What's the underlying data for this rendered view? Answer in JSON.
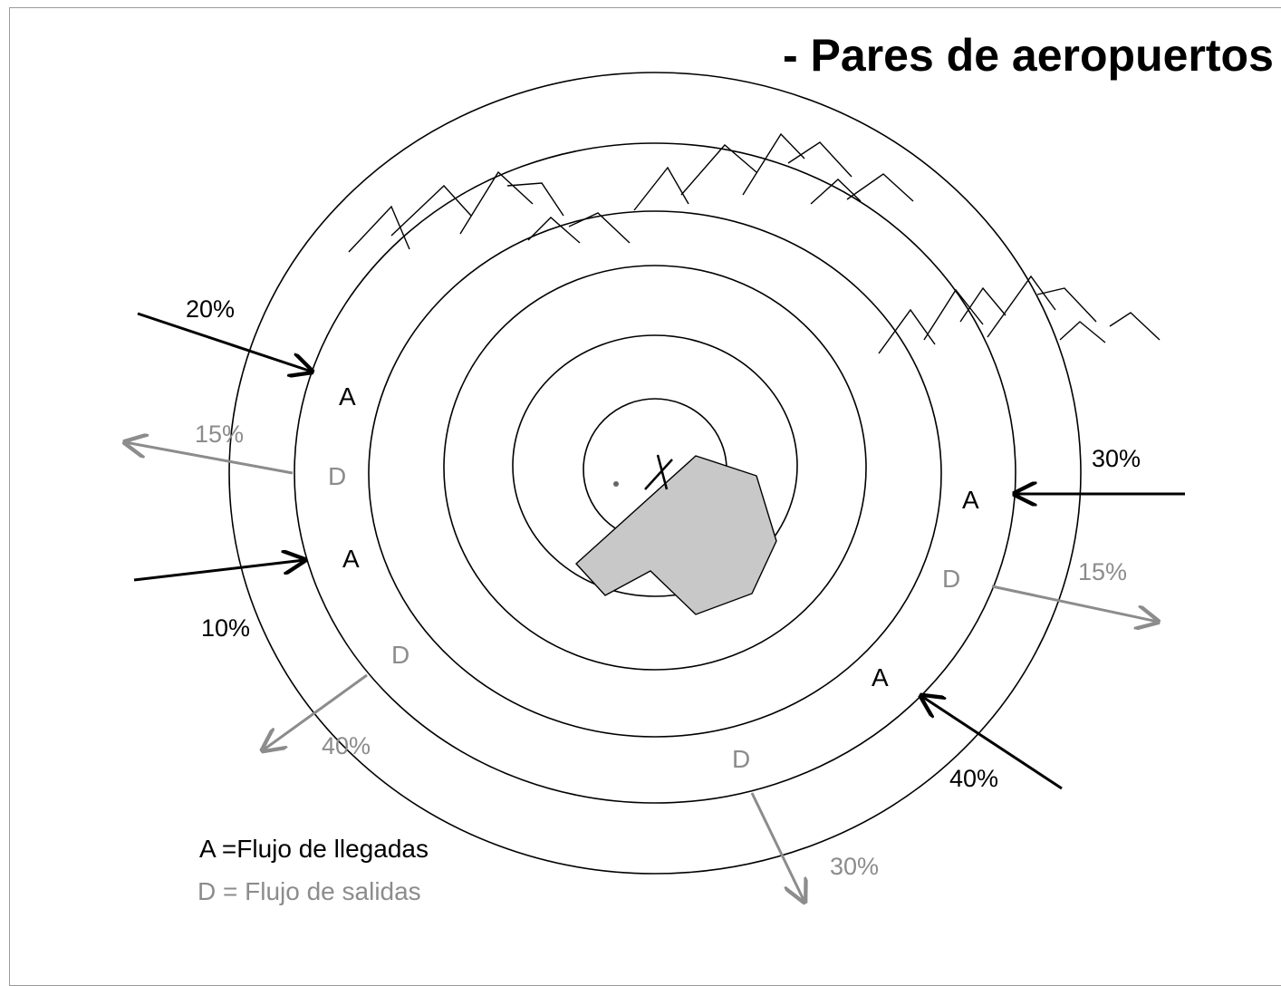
{
  "title": "- Pares de aeropuertos",
  "colors": {
    "arrival": "#000000",
    "departure": "#8c8c8c",
    "airport_area": "#c8c8c8",
    "rings": "#000000"
  },
  "labels": {
    "arrival_letter": "A",
    "departure_letter": "D"
  },
  "flows": {
    "arrivals": [
      {
        "id": "nw",
        "letter": "A",
        "percent": "20%"
      },
      {
        "id": "w",
        "letter": "A",
        "percent": "10%"
      },
      {
        "id": "e",
        "letter": "A",
        "percent": "30%"
      },
      {
        "id": "se",
        "letter": "A",
        "percent": "40%"
      }
    ],
    "departures": [
      {
        "id": "w",
        "letter": "D",
        "percent": "15%"
      },
      {
        "id": "sw",
        "letter": "D",
        "percent": "40%"
      },
      {
        "id": "e",
        "letter": "D",
        "percent": "15%"
      },
      {
        "id": "s",
        "letter": "D",
        "percent": "30%"
      }
    ]
  },
  "legend": {
    "arrivals": "A =Flujo de llegadas",
    "departures": "D = Flujo de salidas"
  },
  "icons": [
    "mountains-icon",
    "airport-area-icon",
    "runway-icon"
  ]
}
